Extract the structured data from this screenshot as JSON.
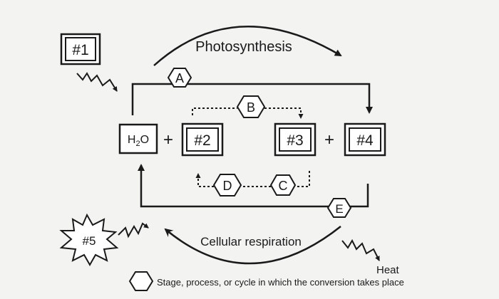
{
  "labels": {
    "box1": "#1",
    "photosynthesis": "Photosynthesis",
    "water_prefix": "H",
    "water_sub": "2",
    "water_suffix": "O",
    "box2": "#2",
    "box3": "#3",
    "box4": "#4",
    "plus": "+",
    "hexA": "A",
    "hexB": "B",
    "hexC": "C",
    "hexD": "D",
    "hexE": "E",
    "burst5": "#5",
    "cellular": "Cellular respiration",
    "heat": "Heat",
    "legend": "Stage, process, or cycle in which the conversion takes place"
  },
  "colors": {
    "background": "#f3f3f1",
    "stroke": "#1a1a1a"
  },
  "icons": {
    "light_energy": "zigzag-arrow-icon",
    "heat_energy": "zigzag-arrow-icon",
    "stage_marker": "hexagon-icon",
    "energy_source": "starburst-icon"
  }
}
